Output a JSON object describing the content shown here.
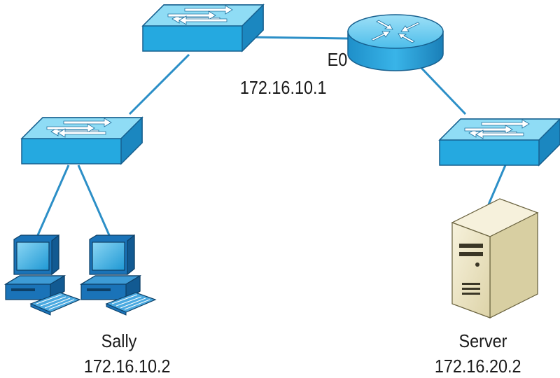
{
  "network": {
    "router": {
      "interface_label": "E0",
      "ip": "172.16.10.1"
    },
    "host_group": {
      "name": "Sally",
      "ip": "172.16.10.2"
    },
    "server": {
      "name": "Server",
      "ip": "172.16.20.2"
    }
  },
  "colors": {
    "switch_top": "#8fdcf5",
    "switch_front": "#25a9e0",
    "switch_side": "#1b87c0",
    "router": "#2aa6dd",
    "link": "#2c8fc7",
    "pc_body": "#1a73b8",
    "pc_screen": "#29a9e1",
    "server_body": "#ece5c4",
    "label_text": "#1a1a1a"
  },
  "icons": [
    "switch-icon",
    "router-icon",
    "pc-icon",
    "keyboard-icon",
    "server-icon"
  ]
}
